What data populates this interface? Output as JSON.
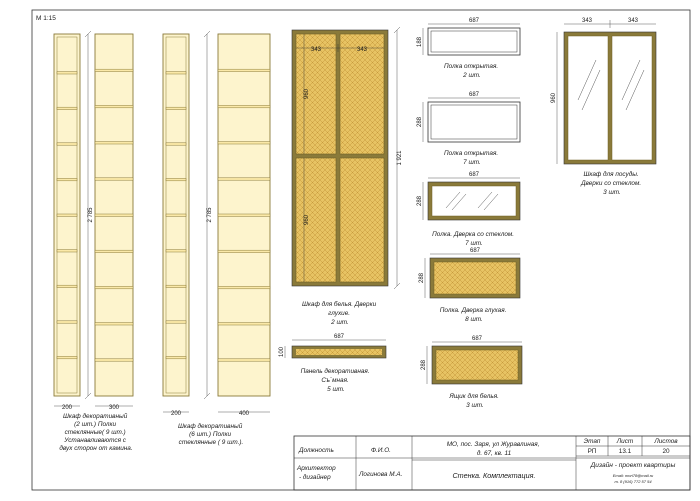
{
  "scale": "М 1:15",
  "colors": {
    "frame": "#8a7a3a",
    "cream": "#fdf4cd",
    "wood": "#e7c363",
    "pattern": "#c79a3c",
    "dark": "#333333"
  },
  "items": {
    "cab_decor_2": {
      "width": "200",
      "depth": "300",
      "height": "2 785",
      "caption": [
        "Шкаф декоративный",
        "(2 шт.) Полки",
        "стеклянные( 9 шт.)",
        "Устанавливаются с",
        "двух сторон от камина."
      ]
    },
    "cab_decor_6": {
      "width": "200",
      "depth": "400",
      "height": "2 785",
      "caption": [
        "Шкаф декоративный",
        "(6 шт.) Полки",
        "стеклянные ( 9 шт.)."
      ]
    },
    "cab_linen": {
      "w1": "343",
      "w2": "343",
      "h1": "960",
      "h2": "960",
      "total": "1 921",
      "caption": [
        "Шкаф для белья. Дверки",
        "глухие.",
        "2 шт."
      ]
    },
    "panel": {
      "width": "687",
      "height": "100",
      "caption": [
        "Панель декоративная.",
        "Съ`мная.",
        "5 шт."
      ]
    },
    "shelf_open_2": {
      "width": "687",
      "height": "188",
      "caption": [
        "Полка открытая.",
        "2 шт."
      ]
    },
    "shelf_open_7": {
      "width": "687",
      "height": "288",
      "caption": [
        "Полка открытая.",
        "7 шт."
      ]
    },
    "shelf_glass_door": {
      "width": "687",
      "height": "288",
      "caption": [
        "Полка. Дверка со стеклом.",
        "7 шт."
      ]
    },
    "shelf_blind_door": {
      "width": "687",
      "height": "288",
      "caption": [
        "Полка. Дверка глухая.",
        "8 шт."
      ]
    },
    "drawer": {
      "width": "687",
      "height": "288",
      "caption": [
        "Ящик для белья.",
        "3 шт."
      ]
    },
    "cab_dishes": {
      "w1": "343",
      "w2": "343",
      "height": "960",
      "caption": [
        "Шкаф для посуды.",
        "Дверки со стеклом.",
        "3 шт."
      ]
    }
  },
  "title_block": {
    "role_header": "Должность",
    "name_header": "Ф.И.О.",
    "role": [
      "Архитектор",
      "- дизайнер"
    ],
    "name": "Логинова М.А.",
    "address": [
      "МО, пос. Заря, ул Журавлиная,",
      "д. 67, кв. 11"
    ],
    "sheet_title": "Стенка. Комплектация.",
    "stage_header": "Этап",
    "sheet_header": "Лист",
    "sheets_header": "Листов",
    "stage": "РП",
    "sheet_no": "13.1",
    "sheets_total": "20",
    "company": "Дизайн - проект квартиры",
    "email": "Email: mori78@mail.ru",
    "phone": "т. 8 (916) 772 57 54"
  }
}
